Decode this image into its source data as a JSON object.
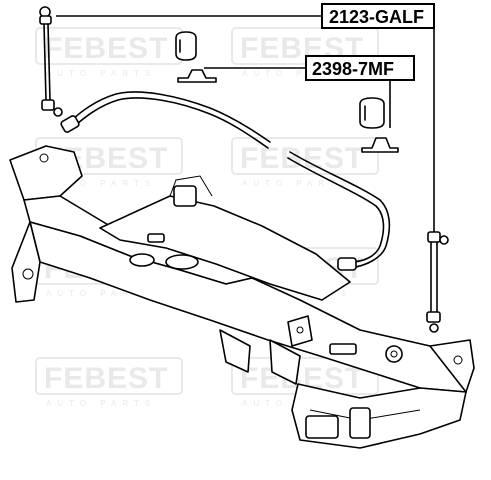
{
  "watermark": {
    "brand": "FEBEST",
    "tagline": "AUTO PARTS"
  },
  "parts": [
    {
      "label": "2123-GALF",
      "description": "stabilizer link"
    },
    {
      "label": "2398-7MF",
      "description": "stabilizer bushing"
    }
  ],
  "colors": {
    "line": "#000000",
    "watermark": "#e9e9e9",
    "background": "#ffffff"
  }
}
